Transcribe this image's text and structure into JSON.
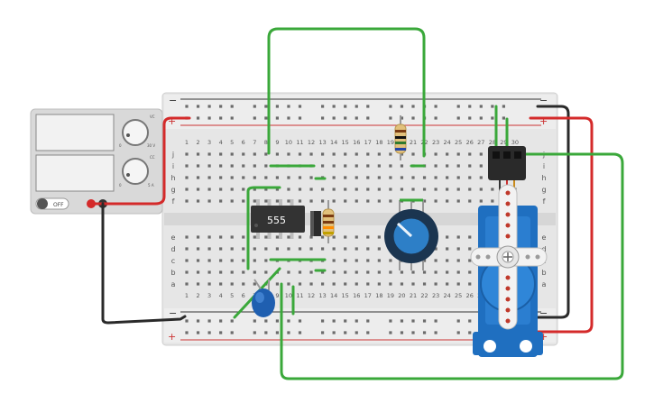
{
  "power_supply": {
    "switch_label": "OFF",
    "knob_voltage_label": "VC",
    "knob_current_label": "CC",
    "knob_voltage_min": "0",
    "knob_voltage_max": "30 V",
    "knob_current_min": "0",
    "knob_current_max": "5 A"
  },
  "breadboard": {
    "rail_minus": "−",
    "rail_plus": "+",
    "column_numbers": [
      "1",
      "2",
      "3",
      "4",
      "5",
      "6",
      "7",
      "8",
      "9",
      "10",
      "11",
      "12",
      "13",
      "14",
      "15",
      "16",
      "17",
      "18",
      "19",
      "20",
      "21",
      "22",
      "23",
      "24",
      "25",
      "26",
      "27",
      "28",
      "29",
      "30"
    ],
    "top_row_letters": [
      "j",
      "i",
      "h",
      "g",
      "f"
    ],
    "bottom_row_letters": [
      "e",
      "d",
      "c",
      "b",
      "a"
    ]
  },
  "chip": {
    "label": "555"
  },
  "colors": {
    "wire_green": "#3aa83a",
    "wire_red": "#d42a2a",
    "wire_black": "#2a2a2a",
    "servo_blue": "#1f6fc0",
    "breadboard": "#e9e9e9"
  }
}
